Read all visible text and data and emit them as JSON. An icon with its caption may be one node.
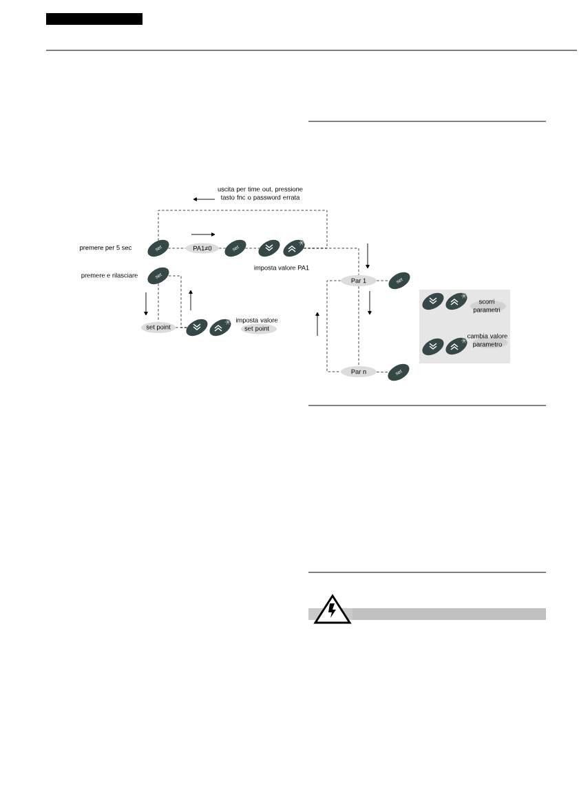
{
  "diagram": {
    "nodes": [
      {
        "text": [
          "set"
        ],
        "beside": [
          "premere per 5 sec"
        ]
      },
      {
        "text": [
          "PA1≠0"
        ]
      },
      {
        "text": [
          "set"
        ]
      },
      {
        "text": [],
        "shape": "ellipse"
      },
      {
        "text": [],
        "shape": "ellipse"
      },
      {
        "text": [
          "set"
        ],
        "beside": [
          "premere e rilasciare"
        ]
      },
      {
        "text": [
          "Par 1"
        ]
      },
      {
        "text": [
          "set"
        ]
      },
      {
        "text": [
          "set point"
        ]
      },
      {
        "text": [],
        "shape": "ellipse"
      },
      {
        "text": [],
        "shape": "ellipse"
      },
      {
        "text": [
          "imposta valore set point"
        ]
      },
      {
        "text": [],
        "shape": "box"
      },
      {
        "text": [],
        "shape": "ellipse",
        "in": 12
      },
      {
        "text": [],
        "shape": "ellipse",
        "in": 12
      },
      {
        "text": [
          "scorri parametri"
        ],
        "in": 12
      },
      {
        "text": [],
        "shape": "ellipse",
        "in": 12
      },
      {
        "text": [],
        "shape": "ellipse",
        "in": 12
      },
      {
        "text": [
          "cambia valore parametro"
        ],
        "in": 12
      },
      {
        "text": [
          "Par n"
        ]
      },
      {
        "text": [
          "set"
        ]
      }
    ],
    "edges": [
      {
        "from": 0,
        "to": 1,
        "arrow": "none",
        "style": "dashed"
      },
      {
        "from": 1,
        "to": 2,
        "arrow": "none",
        "style": "dashed"
      },
      {
        "from": 2,
        "to": 3,
        "arrow": "none",
        "style": "dashed"
      },
      {
        "from": 4,
        "to": 6,
        "arrow": "none",
        "style": "dashed"
      },
      {
        "from": 4,
        "to": 0,
        "arrow": "none",
        "style": "dashed",
        "label": "uscita per time out, pressione tasto fnc o password errata"
      },
      {
        "from": 5,
        "to": 8,
        "arrow": "none",
        "style": "dashed"
      },
      {
        "from": 8,
        "to": 9,
        "arrow": "none",
        "style": "dashed"
      },
      {
        "from": 9,
        "to": 5,
        "arrow": "none",
        "style": "dashed"
      },
      {
        "from": 6,
        "to": 7,
        "arrow": "none",
        "style": "dashed"
      },
      {
        "from": 6,
        "to": 19,
        "arrow": "none",
        "style": "dashed"
      },
      {
        "from": 6,
        "to": 19,
        "arrow": "none",
        "style": "dashed"
      },
      {
        "from": 19,
        "to": 20,
        "arrow": "none",
        "style": "dashed"
      }
    ],
    "labels": [
      "imposta valore PA1"
    ]
  }
}
